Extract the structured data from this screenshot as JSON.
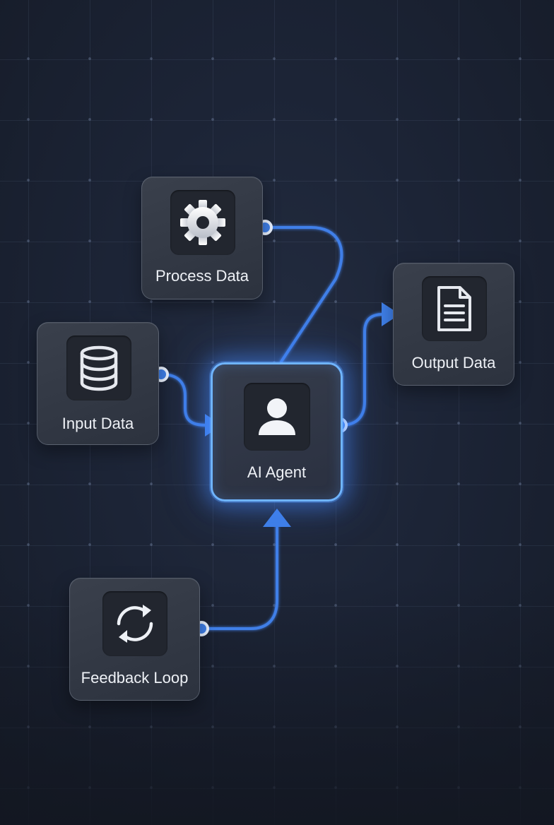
{
  "diagram": {
    "nodes": [
      {
        "id": "process",
        "label": "Process Data",
        "icon": "gear-icon"
      },
      {
        "id": "input",
        "label": "Input Data",
        "icon": "database-icon"
      },
      {
        "id": "agent",
        "label": "AI Agent",
        "icon": "user-icon"
      },
      {
        "id": "output",
        "label": "Output Data",
        "icon": "document-icon"
      },
      {
        "id": "feedback",
        "label": "Feedback Loop",
        "icon": "refresh-icon"
      }
    ],
    "edges": [
      {
        "from": "process",
        "to": "agent"
      },
      {
        "from": "input",
        "to": "agent"
      },
      {
        "from": "agent",
        "to": "output"
      },
      {
        "from": "feedback",
        "to": "agent"
      }
    ],
    "colors": {
      "edge": "#3f7fe8",
      "agent_border": "#6fb4ff",
      "port": "#3f7fe8"
    }
  }
}
